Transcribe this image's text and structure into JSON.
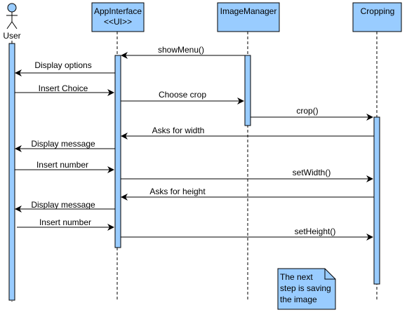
{
  "colors": {
    "fill": "#99ccff",
    "stroke": "#000000",
    "background": "#ffffff"
  },
  "actor": {
    "label": "User"
  },
  "participants": [
    {
      "id": "app",
      "label_line1": "AppInterface",
      "label_line2": "<<UI>>"
    },
    {
      "id": "img",
      "label_line1": "ImageManager"
    },
    {
      "id": "crop",
      "label_line1": "Cropping"
    }
  ],
  "messages": [
    {
      "id": "m1",
      "label": "showMenu()"
    },
    {
      "id": "m2",
      "label": "Display options"
    },
    {
      "id": "m3",
      "label": "Insert Choice"
    },
    {
      "id": "m4",
      "label": "Choose crop"
    },
    {
      "id": "m5",
      "label": "crop()"
    },
    {
      "id": "m6",
      "label": "Asks for width"
    },
    {
      "id": "m7",
      "label": "Display message"
    },
    {
      "id": "m8",
      "label": "Insert number"
    },
    {
      "id": "m9",
      "label": "setWidth()"
    },
    {
      "id": "m10",
      "label": "Asks for height"
    },
    {
      "id": "m11",
      "label": "Display message"
    },
    {
      "id": "m12",
      "label": "Insert number"
    },
    {
      "id": "m13",
      "label": "setHeight()"
    }
  ],
  "note": {
    "line1": "The next",
    "line2": "step is saving",
    "line3": "the image"
  }
}
